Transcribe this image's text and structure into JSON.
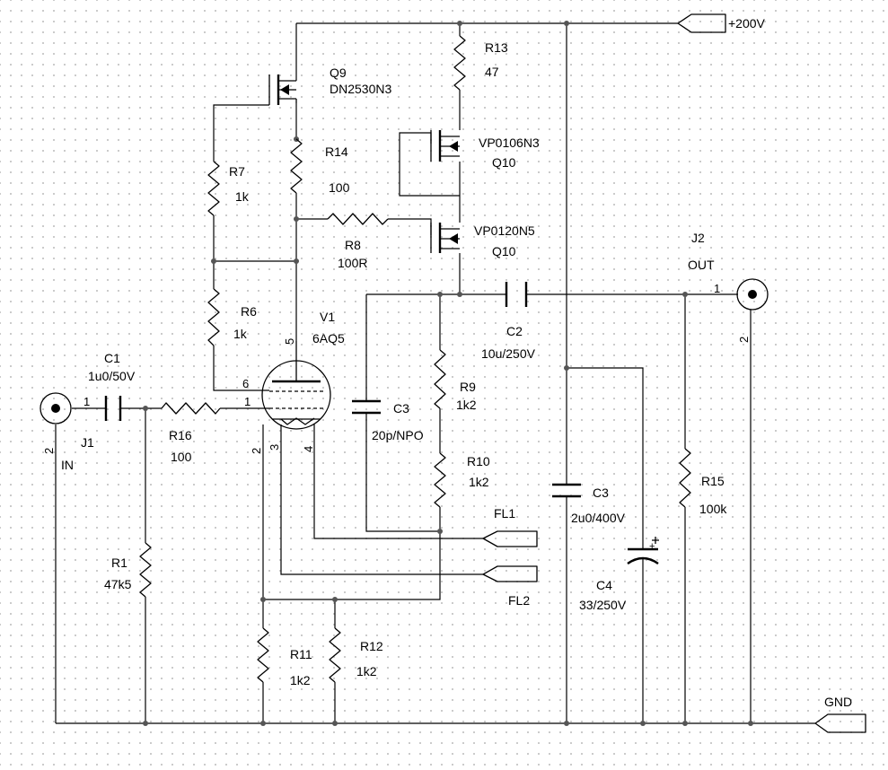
{
  "components": {
    "R13": {
      "ref": "R13",
      "value": "47"
    },
    "R14": {
      "ref": "R14",
      "value": "100"
    },
    "R7": {
      "ref": "R7",
      "value": "1k"
    },
    "R6": {
      "ref": "R6",
      "value": "1k"
    },
    "R8": {
      "ref": "R8",
      "value": "100R"
    },
    "R16": {
      "ref": "R16",
      "value": "100"
    },
    "R1": {
      "ref": "R1",
      "value": "47k5"
    },
    "R9": {
      "ref": "R9",
      "value": "1k2"
    },
    "R10": {
      "ref": "R10",
      "value": "1k2"
    },
    "R11": {
      "ref": "R11",
      "value": "1k2"
    },
    "R12": {
      "ref": "R12",
      "value": "1k2"
    },
    "R15": {
      "ref": "R15",
      "value": "100k"
    },
    "Q9": {
      "ref": "Q9",
      "value": "DN2530N3"
    },
    "Q10a": {
      "ref": "Q10",
      "value": "VP0106N3"
    },
    "Q10b": {
      "ref": "Q10",
      "value": "VP0120N5"
    },
    "V1": {
      "ref": "V1",
      "value": "6AQ5"
    },
    "C1": {
      "ref": "C1",
      "value": "1u0/50V"
    },
    "C2": {
      "ref": "C2",
      "value": "10u/250V"
    },
    "C3a": {
      "ref": "C3",
      "value": "20p/NPO"
    },
    "C3b": {
      "ref": "C3",
      "value": "2u0/400V"
    },
    "C4": {
      "ref": "C4",
      "value": "33/250V",
      "polarity": "+"
    },
    "J1": {
      "ref": "J1",
      "label": "IN",
      "pin1": "1",
      "pin2": "2"
    },
    "J2": {
      "ref": "J2",
      "label": "OUT",
      "pin1": "1",
      "pin2": "2"
    }
  },
  "tube_pins": {
    "p1": "1",
    "p2": "2",
    "p3": "3",
    "p4": "4",
    "p5": "5",
    "p6": "6"
  },
  "nets": {
    "supply": "+200V",
    "ground": "GND",
    "fl1": "FL1",
    "fl2": "FL2"
  }
}
